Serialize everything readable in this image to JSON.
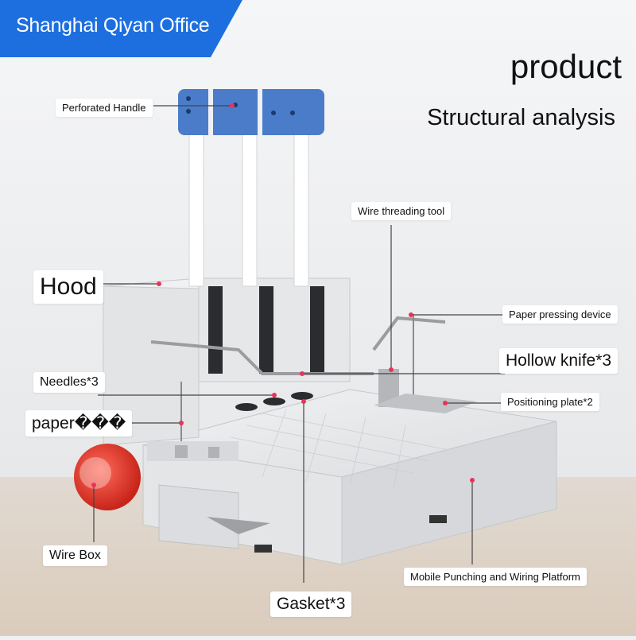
{
  "banner": {
    "text": "Shanghai Qiyan Office",
    "color": "#1d6fe0"
  },
  "headings": {
    "product": "product",
    "structural": "Structural analysis"
  },
  "callouts": {
    "perforated_handle": "Perforated Handle",
    "wire_threading_tool": "Wire threading tool",
    "hood": "Hood",
    "paper_pressing_device": "Paper pressing device",
    "hollow_knife": "Hollow knife*3",
    "needles": "Needles*3",
    "positioning_plate": "Positioning plate*2",
    "paper": "paper���",
    "wire_box": "Wire Box",
    "mobile_platform": "Mobile Punching and Wiring Platform",
    "gasket": "Gasket*3"
  },
  "colors": {
    "handle": "#4a7cc9",
    "body": "#e9eaec",
    "dark_panel": "#2a2c30",
    "spool": "#e53528",
    "leader": "#444444",
    "dot": "#e8335a",
    "floor": "#d9c9b8"
  }
}
